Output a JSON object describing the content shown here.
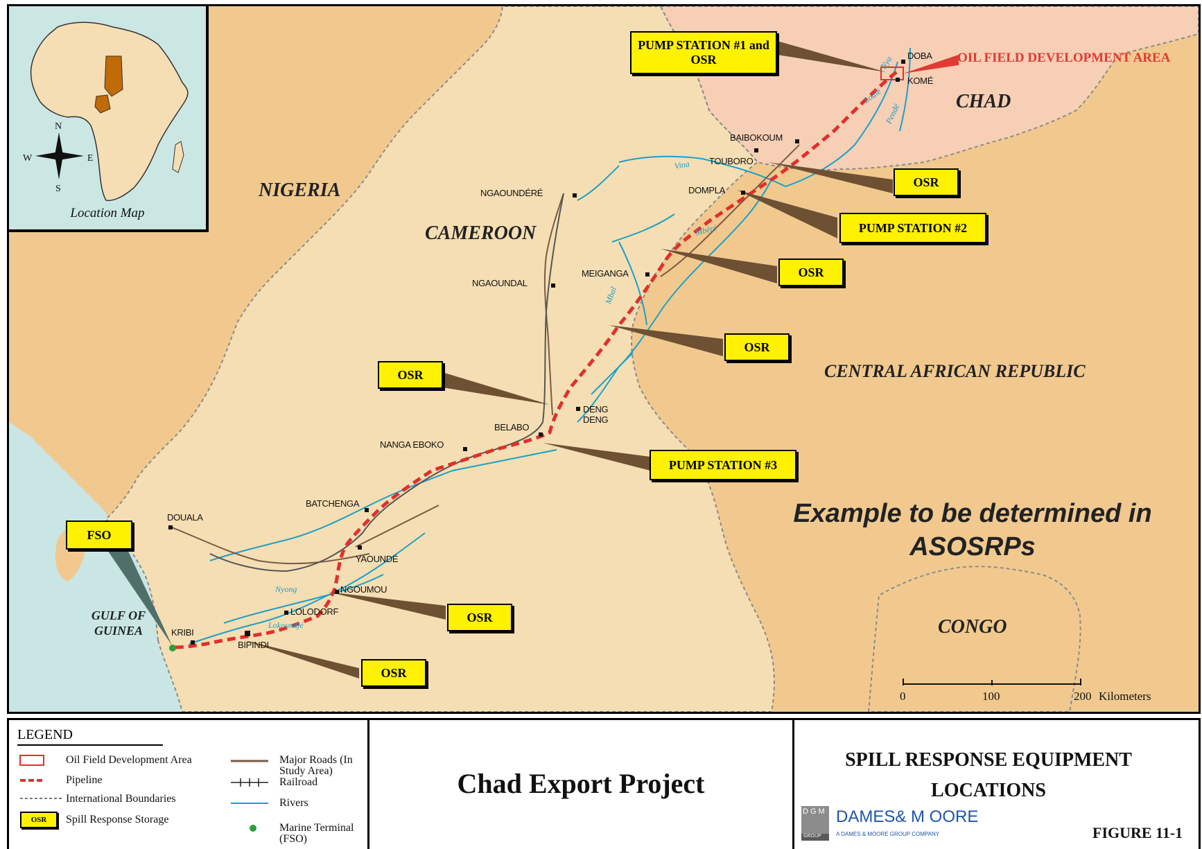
{
  "inset": {
    "caption": "Location Map",
    "compass": {
      "n": "N",
      "s": "S",
      "e": "E",
      "w": "W"
    }
  },
  "countries": {
    "nigeria": "NIGERIA",
    "cameroon": "CAMEROON",
    "chad": "CHAD",
    "car": "CENTRAL AFRICAN REPUBLIC",
    "congo": "CONGO"
  },
  "water": {
    "gulf": "GULF OF GUINEA"
  },
  "oil_field_label": "OIL FIELD DEVELOPMENT AREA",
  "towns": {
    "doba": "DOBA",
    "kome": "KOMÉ",
    "baibokoum": "BAIBOKOUM",
    "touboro": "TOUBORO",
    "dompla": "DOMPLA",
    "ngaoundere": "NGAOUNDÉRÉ",
    "meiganga": "MEIGANGA",
    "ngaoundal": "NGAOUNDAL",
    "deng_deng": "DENG DENG",
    "belabo": "BELABO",
    "nanga_eboko": "NANGA EBOKO",
    "batchenga": "BATCHENGA",
    "douala": "DOUALA",
    "yaounde": "YAOUNDÉ",
    "ngoumou": "NGOUMOU",
    "lolodorf": "LOLODORF",
    "bipindi": "BIPINDI",
    "kribi": "KRIBI"
  },
  "rivers": {
    "nya": "Nya",
    "loule": "Loulé",
    "pende": "Pendé",
    "vina": "Vina",
    "mbere": "Mbéré",
    "mbal": "Mbal",
    "nyong": "Nyong",
    "lokoundje": "Lokoundjé"
  },
  "callouts": {
    "ps1": "PUMP STATION #1 and OSR",
    "osr_touboro": "OSR",
    "ps2": "PUMP STATION #2",
    "osr_meiganga": "OSR",
    "osr_lom": "OSR",
    "osr_dengdeng": "OSR",
    "ps3": "PUMP STATION #3",
    "fso": "FSO",
    "osr_ngoumou": "OSR",
    "osr_bipindi": "OSR"
  },
  "example_note": "Example to be determined in ASOSRPs",
  "scale": {
    "ticks": [
      "0",
      "100",
      "200"
    ],
    "unit": "Kilometers"
  },
  "legend": {
    "title": "LEGEND",
    "items": {
      "oil_field": "Oil Field Development Area",
      "pipeline": "Pipeline",
      "boundaries": "International Boundaries",
      "osr_badge": "OSR",
      "osr": "Spill Response Storage",
      "roads": "Major Roads (In Study Area)",
      "railroad": "Railroad",
      "rivers": "Rivers",
      "terminal": "Marine Terminal (FSO)"
    }
  },
  "project_title": "Chad Export Project",
  "figure_title": "SPILL RESPONSE EQUIPMENT LOCATIONS",
  "company": {
    "name": "DAMES& M OORE",
    "monogram": "DGM",
    "group": "GROUP",
    "tagline": "A DAMES & MOORE GROUP COMPANY"
  },
  "figure_number": "FIGURE 11-1",
  "colors": {
    "sea": "#c9e6e4",
    "cameroon": "#f5deb3",
    "neighbors": "#f1c98f",
    "chad": "#f6cfb5",
    "pipeline": "#e0302c",
    "river": "#1aa0c8",
    "callout": "#fff200",
    "callout_pointer": "#6e5032",
    "africa_highlight": "#c06a08"
  }
}
